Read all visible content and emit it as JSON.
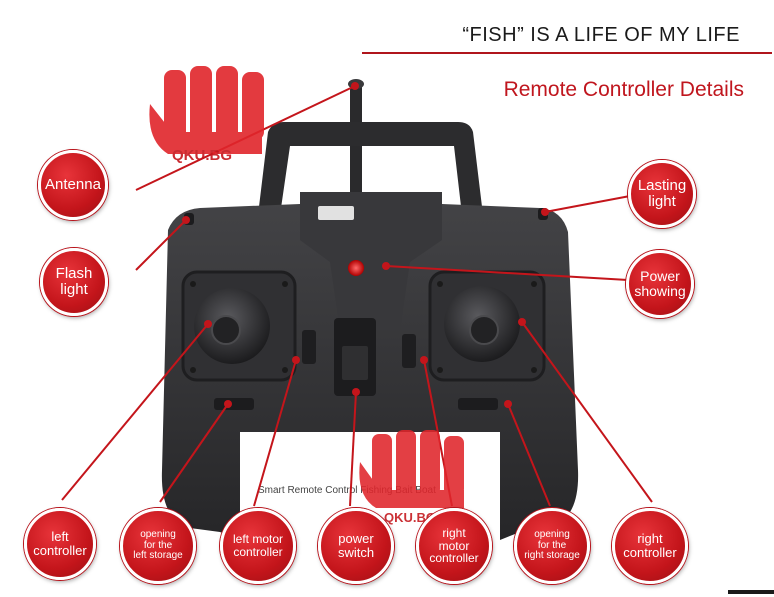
{
  "header": {
    "headline": "“FISH” IS A LIFE OF MY LIFE",
    "subtitle": "Remote Controller Details"
  },
  "watermark": {
    "brand": "QKU.BG"
  },
  "controller": {
    "print_text": "Smart Remote Control Fishing Bait Boat"
  },
  "labels": {
    "antenna": "Antenna",
    "flash_light": "Flash\nlight",
    "lasting_light": "Lasting\nlight",
    "power_showing": "Power\nshowing",
    "left_controller": "left\ncontroller",
    "left_storage": "opening\nfor the\nleft storage",
    "left_motor": "left motor\ncontroller",
    "power_switch": "power\nswitch",
    "right_motor": "right\nmotor\ncontroller",
    "right_storage": "opening\nfor the\nright storage",
    "right_controller": "right\ncontroller"
  },
  "colors": {
    "accent_red": "#c4151b",
    "controller_body": "#2e2e30",
    "controller_face": "#3a3a3d",
    "text_dark": "#1a1a1a"
  }
}
